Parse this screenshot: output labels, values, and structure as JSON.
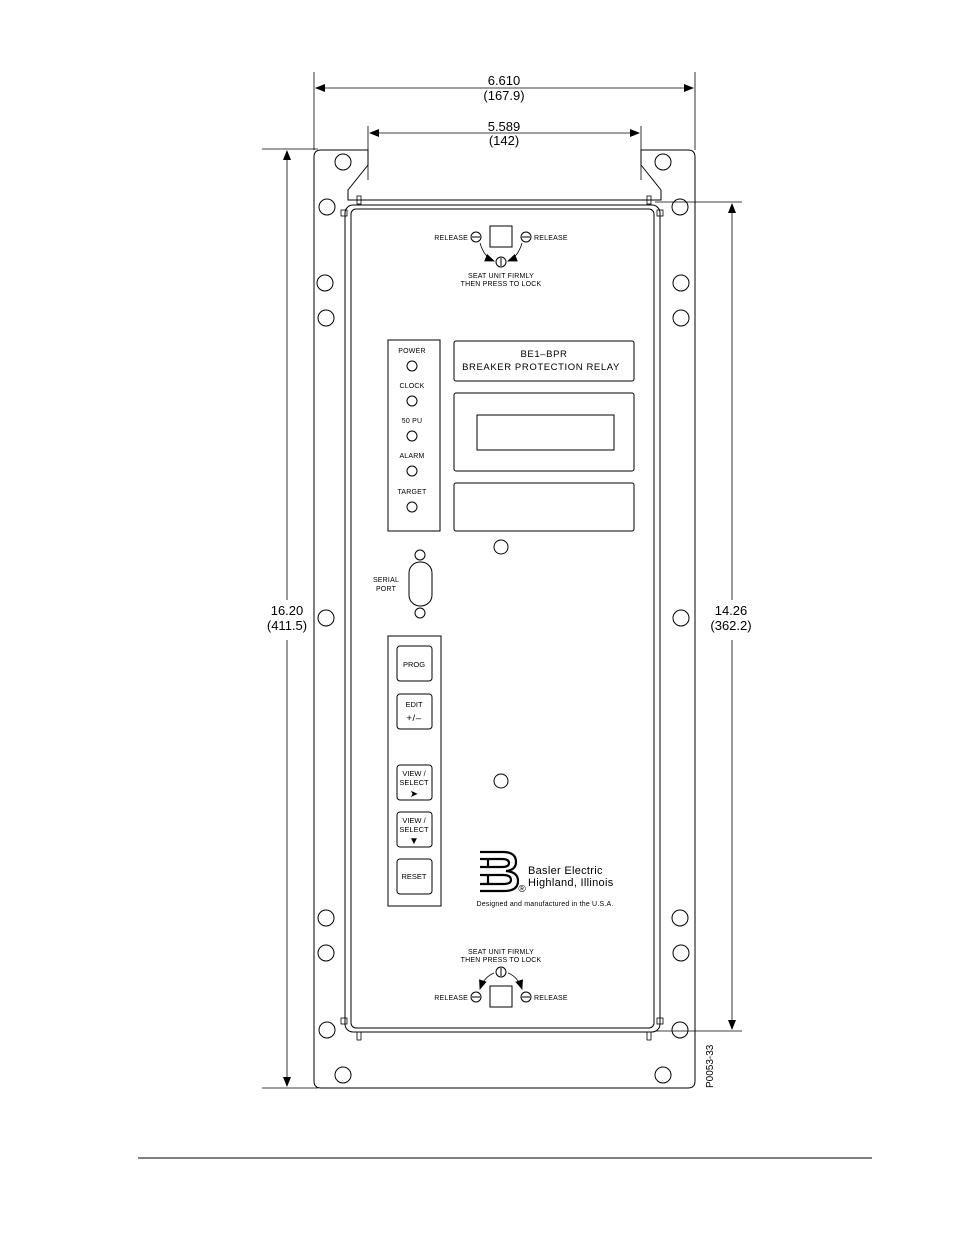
{
  "dimensions": {
    "overall_width": "6.610",
    "overall_width_mm": "(167.9)",
    "cutout_width": "5.589",
    "cutout_width_mm": "(142)",
    "overall_height": "16.20",
    "overall_height_mm": "(411.5)",
    "panel_height": "14.26",
    "panel_height_mm": "(362.2)"
  },
  "latches": {
    "release_label": "RELEASE",
    "seat_line1": "SEAT UNIT FIRMLY",
    "seat_line2": "THEN PRESS TO LOCK"
  },
  "indicators": [
    "POWER",
    "CLOCK",
    "50 PU",
    "ALARM",
    "TARGET"
  ],
  "title_box": {
    "line1": "BE1–BPR",
    "line2": "BREAKER PROTECTION RELAY"
  },
  "serial_port": {
    "line1": "SERIAL",
    "line2": "PORT"
  },
  "buttons": {
    "prog": "PROG",
    "edit_line1": "EDIT",
    "edit_line2": "+/–",
    "view1_line1": "VIEW /",
    "view1_line2": "SELECT",
    "view1_arrow": "➤",
    "view2_line1": "VIEW /",
    "view2_line2": "SELECT",
    "view2_arrow": "▼",
    "reset": "RESET"
  },
  "logo": {
    "company_line1": "Basler Electric",
    "company_line2": "Highland, Illinois",
    "registered": "®",
    "tagline": "Designed and manufactured in the U.S.A."
  },
  "drawing_number": "P0053-33"
}
